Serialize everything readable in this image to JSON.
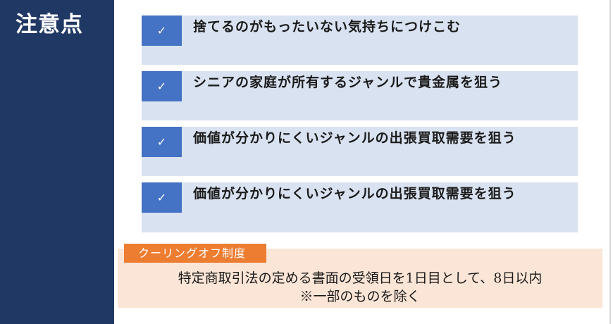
{
  "sidebar": {
    "title": "注意点",
    "background": "#203864"
  },
  "items": [
    {
      "icon": "check-icon",
      "check": "✓",
      "text": "捨てるのがもったいない気持ちにつけこむ"
    },
    {
      "icon": "check-icon",
      "check": "✓",
      "text": "シニアの家庭が所有するジャンルで貴金属を狙う"
    },
    {
      "icon": "check-icon",
      "check": "✓",
      "text": "価値が分かりにくいジャンルの出張買取需要を狙う"
    },
    {
      "icon": "check-icon",
      "check": "✓",
      "text": "価値が分かりにくいジャンルの出張買取需要を狙う"
    }
  ],
  "notice": {
    "tag": "クーリングオフ制度",
    "line1": "特定商取引法の定める書面の受領日を1日目として、8日以内",
    "line2": "※一部のものを除く",
    "tag_color": "#ed7d31",
    "background": "#fbe5d6"
  },
  "colors": {
    "item_background": "#d9e2f1",
    "check_background": "#4472c4"
  }
}
